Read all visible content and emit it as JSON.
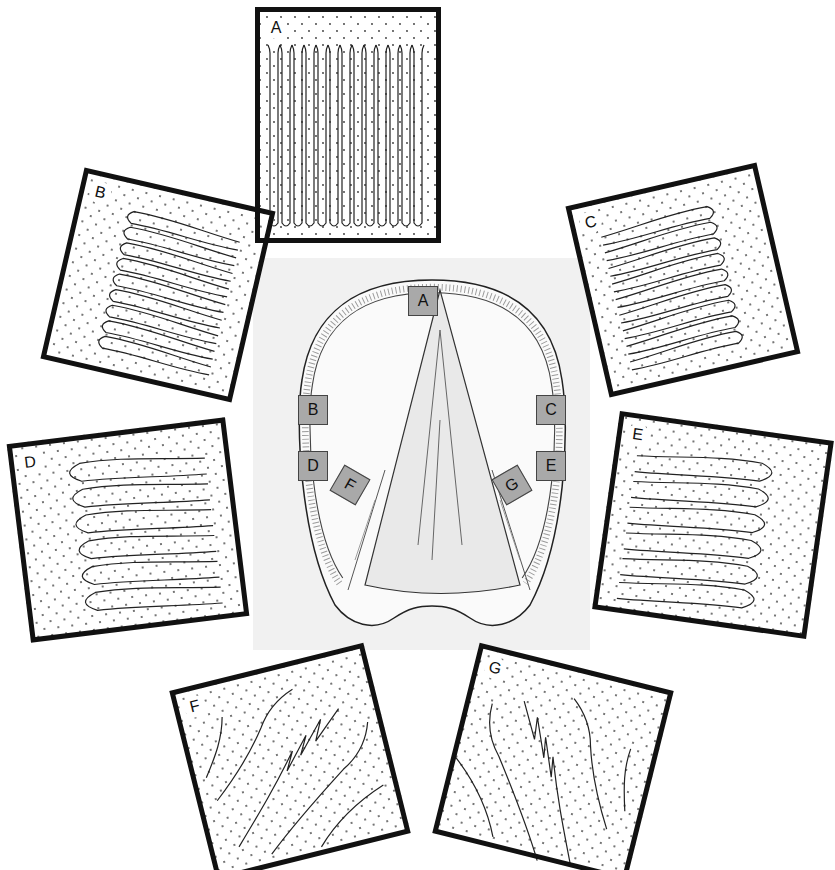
{
  "diagram": {
    "nodes": [
      {
        "text": [
          "A"
        ]
      },
      {
        "text": [
          "B"
        ]
      },
      {
        "text": [
          "C"
        ]
      },
      {
        "text": [
          "A"
        ]
      },
      {
        "text": [
          "B"
        ]
      },
      {
        "text": [
          "C"
        ]
      },
      {
        "text": [
          "D"
        ]
      },
      {
        "text": [
          "F"
        ]
      },
      {
        "text": [
          "G"
        ]
      },
      {
        "text": [
          "E"
        ]
      },
      {
        "text": [
          "D"
        ]
      },
      {
        "text": [
          "E"
        ]
      },
      {
        "text": [
          "F"
        ]
      },
      {
        "text": [
          "G"
        ]
      }
    ]
  }
}
